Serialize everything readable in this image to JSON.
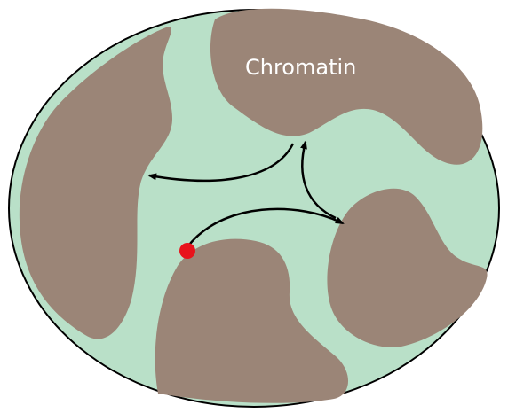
{
  "diagram": {
    "label": "Chromatin",
    "colors": {
      "nucleoplasm": "#b9e0c8",
      "chromatin": "#9b8577",
      "outline": "#000000",
      "particle": "#e8131c",
      "arrows": "#000000"
    },
    "arrow_count": 4,
    "particle_count": 1,
    "chromatin_domain_count": 4
  }
}
